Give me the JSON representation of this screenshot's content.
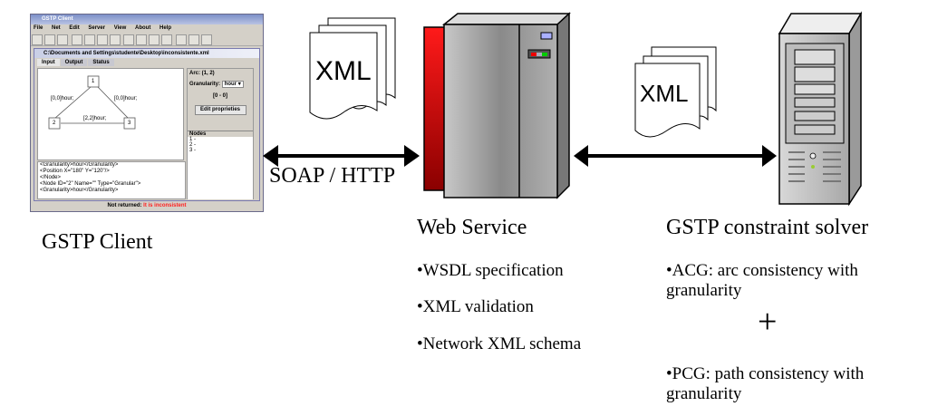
{
  "client": {
    "label": "GSTP Client",
    "window_title": "GSTP Client",
    "menu": [
      "File",
      "Net",
      "Edit",
      "Server",
      "View",
      "About",
      "Help"
    ],
    "document_path": "C:\\Documents and Settings\\studente\\Desktop\\inconsistente.xml",
    "tabs": [
      "Input",
      "Output",
      "Status"
    ],
    "graph": {
      "nodes": [
        "1",
        "2",
        "3"
      ],
      "edge_labels": [
        "[0,0]hour;",
        "[0,0]hour;",
        "[2,2]hour;"
      ]
    },
    "xml_lines": [
      "<Granularity>hour</Granularity>",
      "<Position X=\"180\" Y=\"120\"/>",
      "</Node>",
      "<Node ID=\"2\" Name=\"\" Type=\"Granular\">",
      "<Granularity>hour</Granularity>"
    ],
    "arc_title": "Arc: (1, 2)",
    "granularity_label": "Granularity:",
    "granularity_value": "hour",
    "interval": "[0 - 0]",
    "edit_button": "Edit proprieties",
    "nodes_title": "Nodes",
    "nodes_list": [
      "1 -",
      "2 -",
      "3 -"
    ],
    "status_prefix": "Not returned:",
    "status_message": "It is inconsistent",
    "status_color": "#ff2020"
  },
  "protocol_label": "SOAP / HTTP",
  "doc1_label": "XML",
  "doc2_label": "XML",
  "web_service": {
    "label": "Web Service",
    "bullets": [
      "•WSDL specification",
      "•XML validation",
      "•Network XML schema"
    ]
  },
  "solver": {
    "label": "GSTP constraint solver",
    "bullet1": "•ACG: arc consistency with granularity",
    "plus": "+",
    "bullet2": "•PCG: path consistency with granularity"
  }
}
